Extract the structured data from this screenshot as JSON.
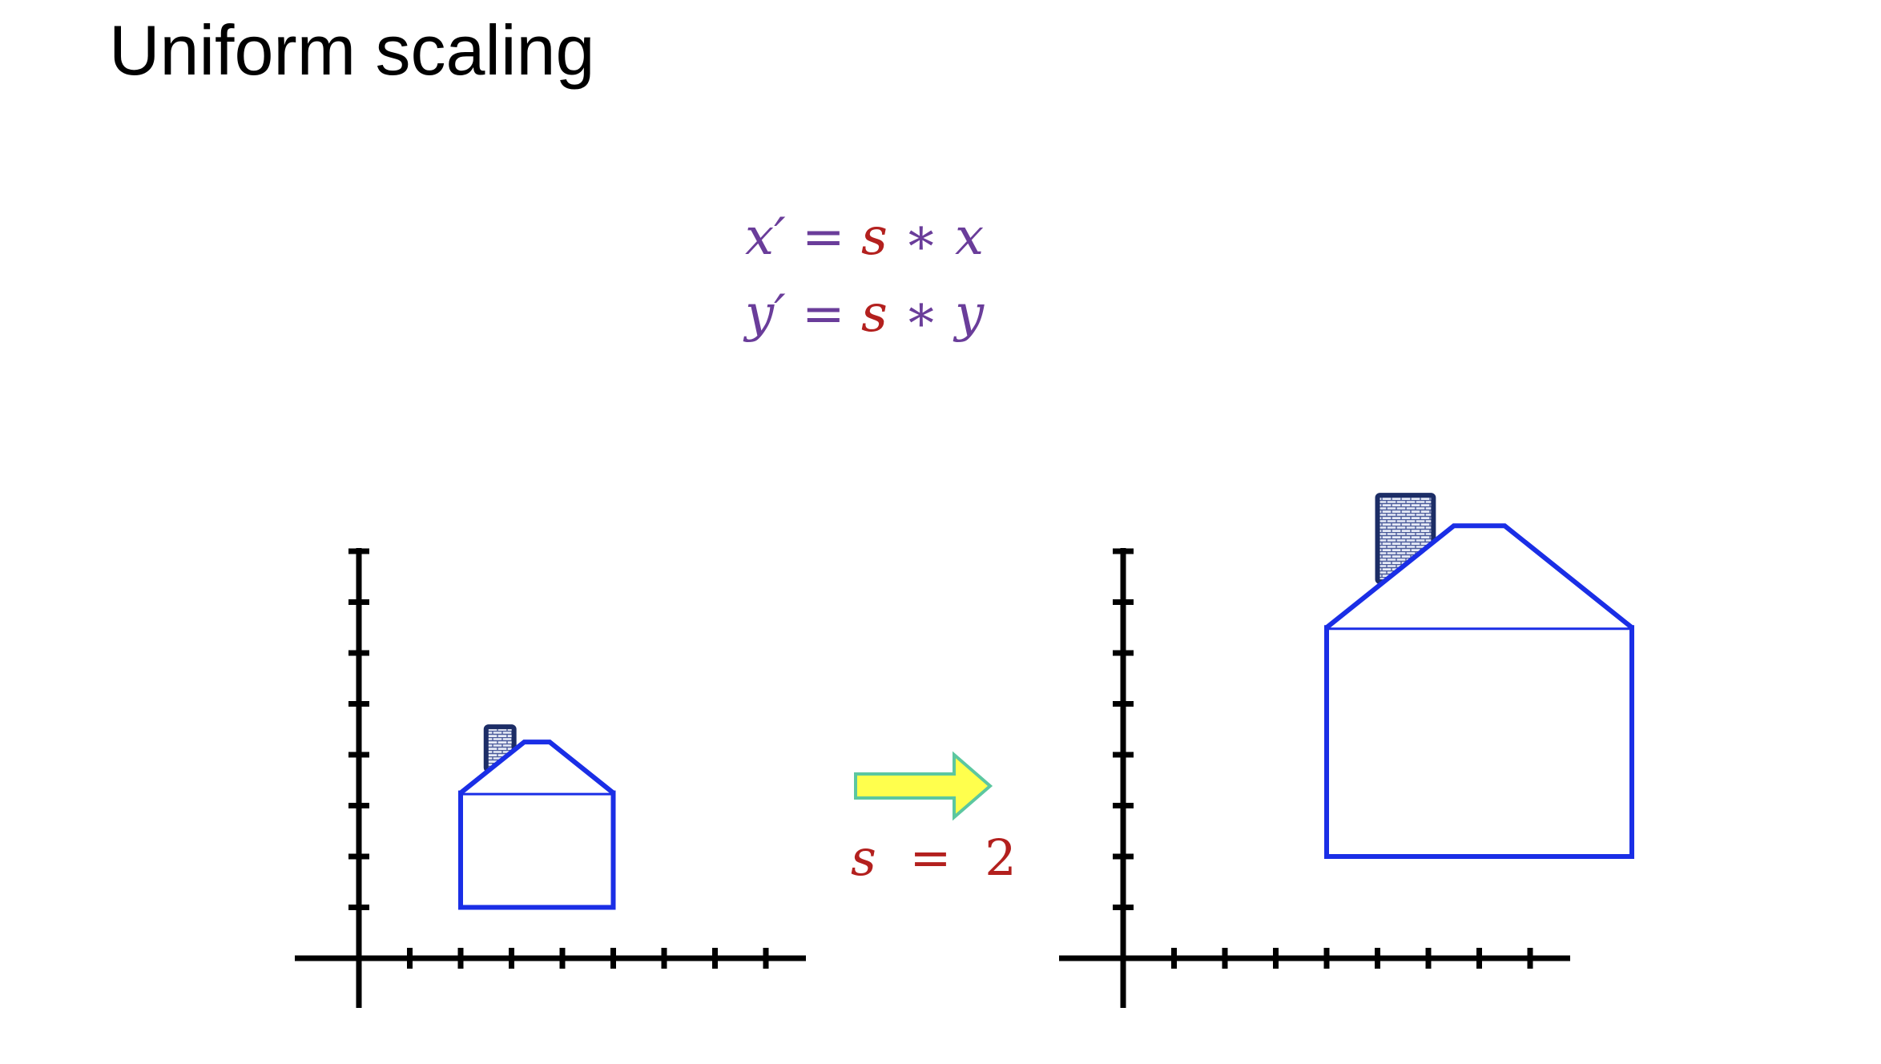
{
  "title": "Uniform scaling",
  "equations": [
    {
      "lhs": "x′",
      "equals": "=",
      "scale": "s",
      "times": "∗",
      "rhs": "x"
    },
    {
      "lhs": "y′",
      "equals": "=",
      "scale": "s",
      "times": "∗",
      "rhs": "y"
    }
  ],
  "scale_label": {
    "variable": "s",
    "equals": "=",
    "value": "2"
  },
  "colors": {
    "house": "#1a2ee6",
    "axis": "#000000",
    "equation_variable": "#6a3d9a",
    "scale_factor": "#b3201e",
    "arrow_fill": "#ffff4d",
    "arrow_stroke": "#5cc7a0",
    "chimney_fill": "#1c2d66"
  },
  "icons": {
    "arrow": "right-arrow-icon"
  },
  "diagram": {
    "x_ticks": 8,
    "y_ticks": 8,
    "scale_factor": 2,
    "original_house": {
      "body": {
        "x0": 2,
        "x1": 5,
        "y0": 1,
        "y1": 3.25
      },
      "roof_points": [
        [
          2,
          3.25
        ],
        [
          3.25,
          4.25
        ],
        [
          3.75,
          4.25
        ],
        [
          5,
          3.25
        ]
      ],
      "chimney": {
        "x0": 2.5,
        "x1": 3.05,
        "y0": 3.7,
        "y1": 4.55
      }
    }
  }
}
